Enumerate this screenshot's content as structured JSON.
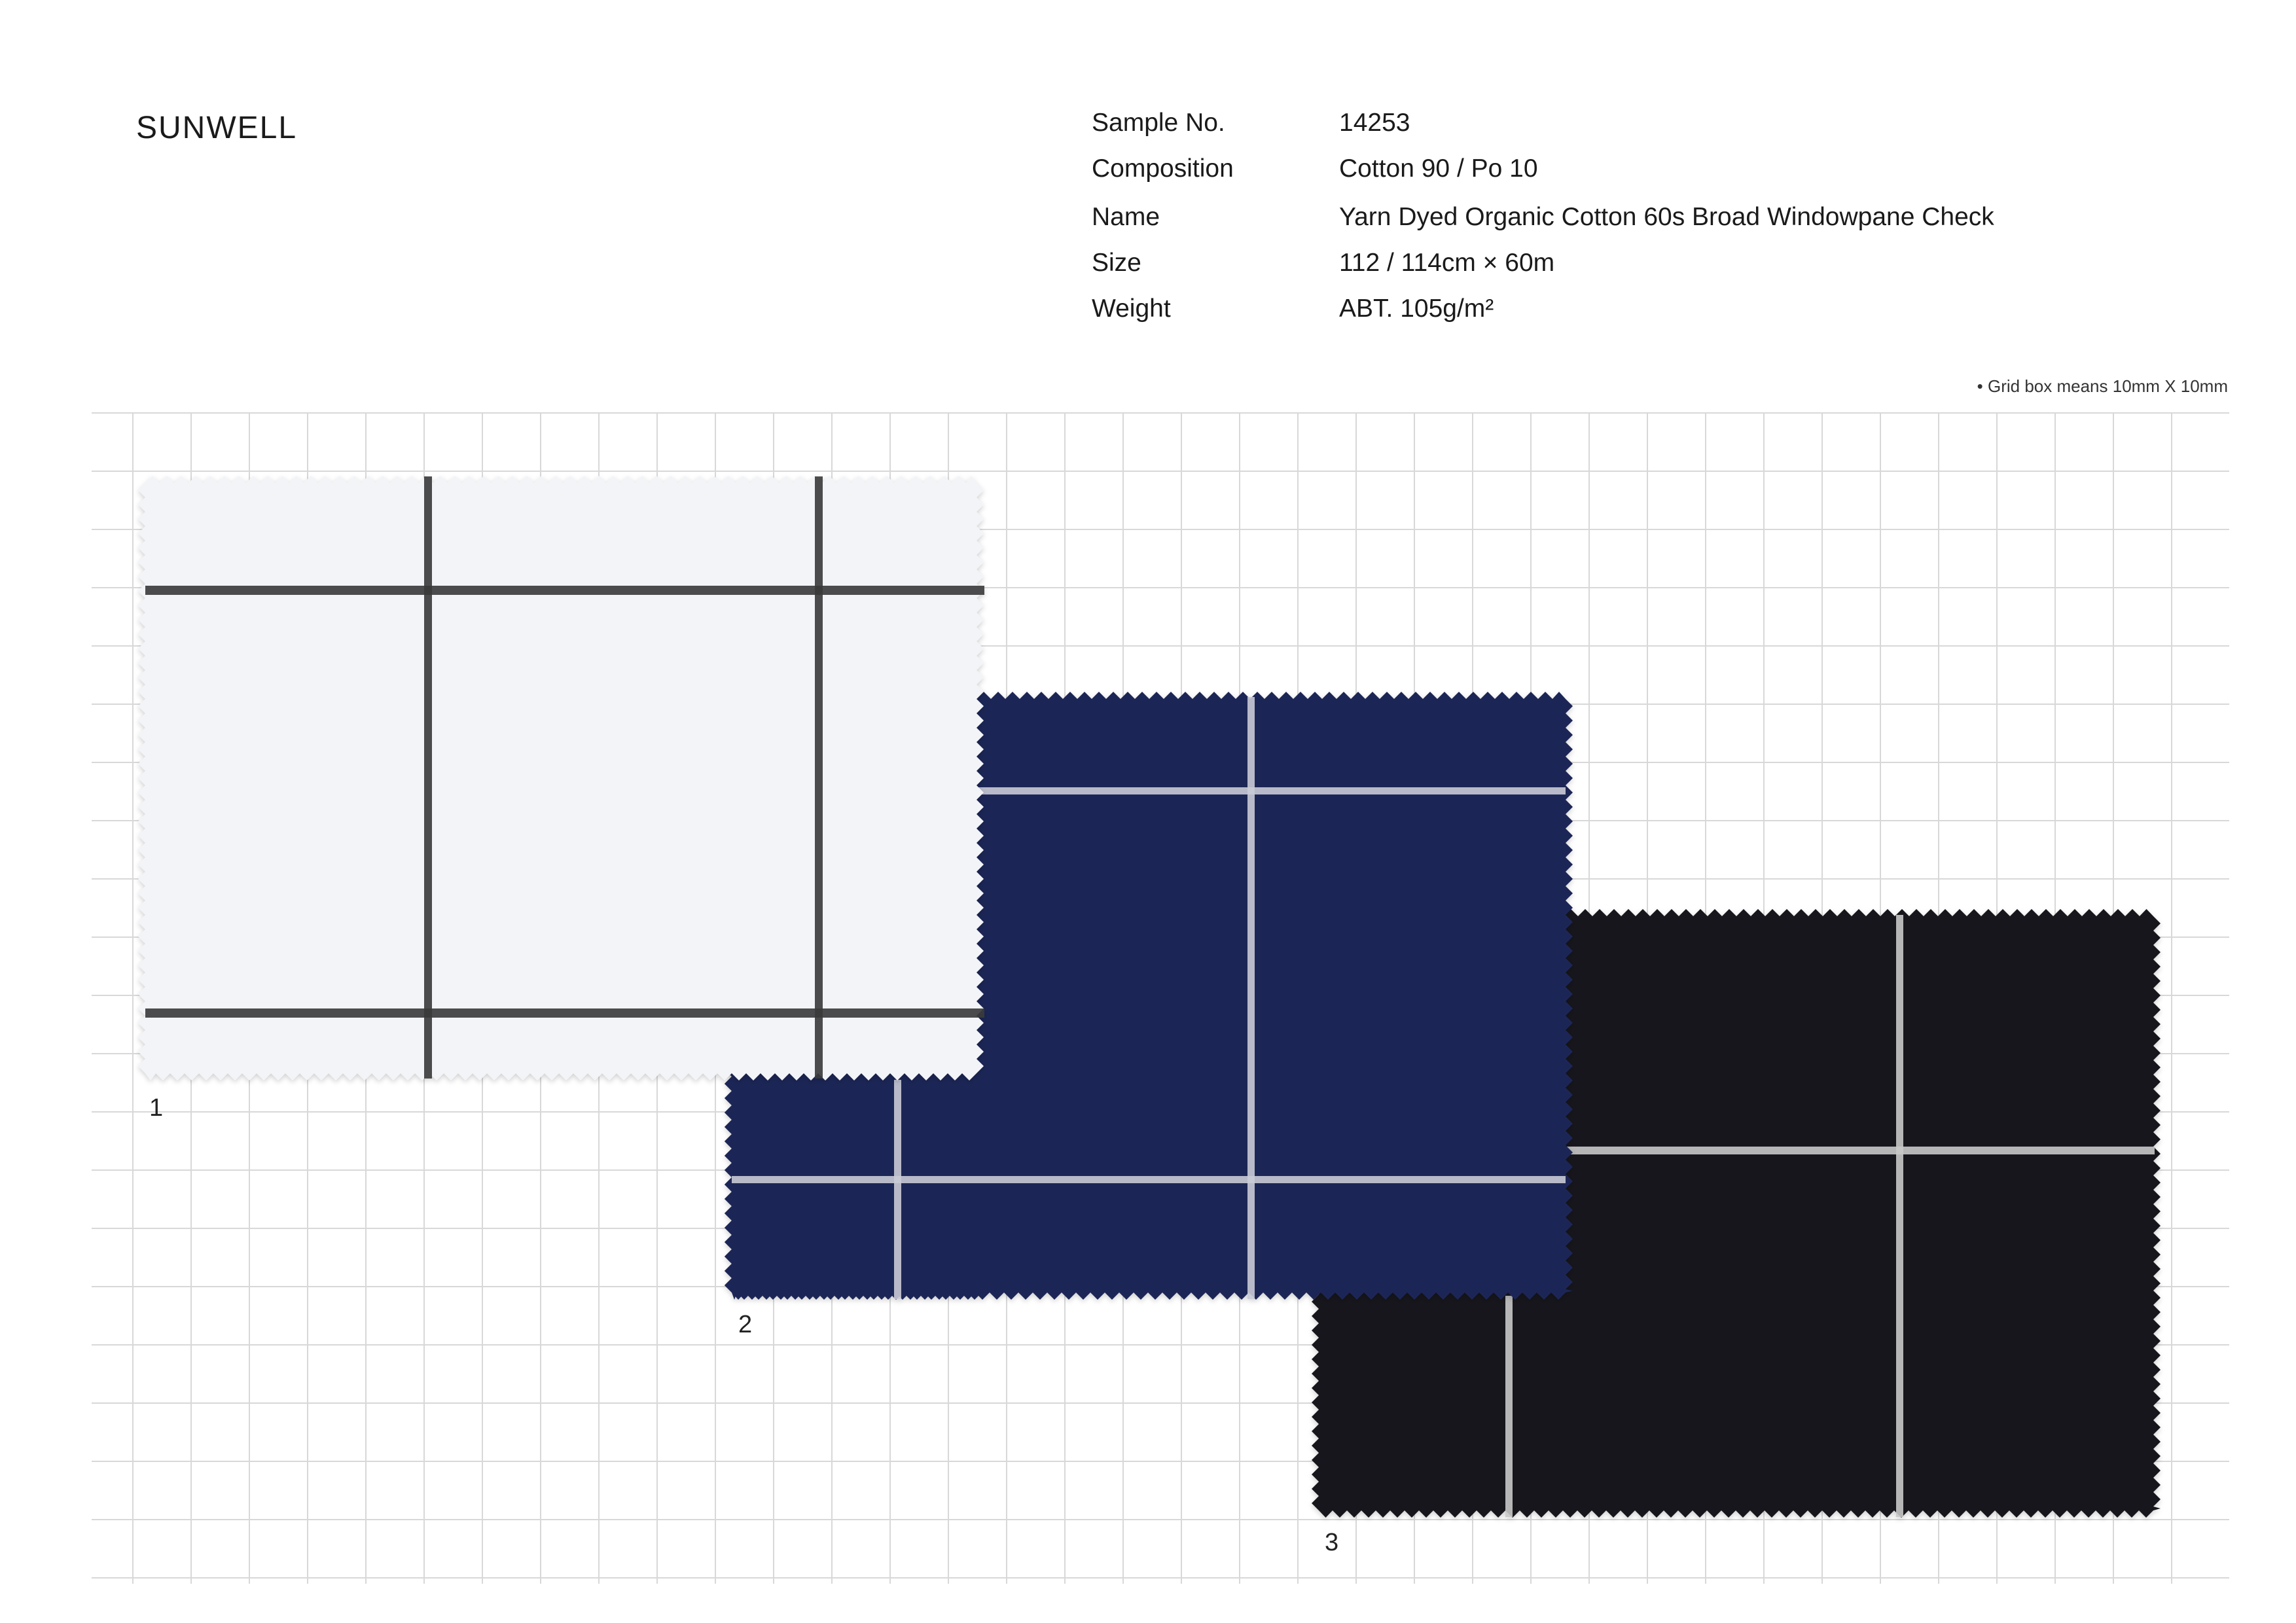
{
  "brand": "SUNWELL",
  "spec": [
    {
      "label": "Sample No.",
      "value": "14253"
    },
    {
      "label": "Composition",
      "value": "Cotton 90 / Po 10"
    },
    {
      "label": "Name",
      "value": "Yarn Dyed Organic Cotton 60s Broad Windowpane Check"
    },
    {
      "label": "Size",
      "value": "112 / 114cm × 60m"
    },
    {
      "label": "Weight",
      "value": "ABT. 105g/m²"
    }
  ],
  "grid_note": "• Grid box means 10mm X 10mm",
  "swatches": [
    {
      "label": "1",
      "color": "#f2f4f7",
      "stripe_color": "#3a3a3a"
    },
    {
      "label": "2",
      "color": "#1e2556",
      "stripe_color": "#c9cbd6"
    },
    {
      "label": "3",
      "color": "#16181d",
      "stripe_color": "#c8c8c8"
    }
  ]
}
